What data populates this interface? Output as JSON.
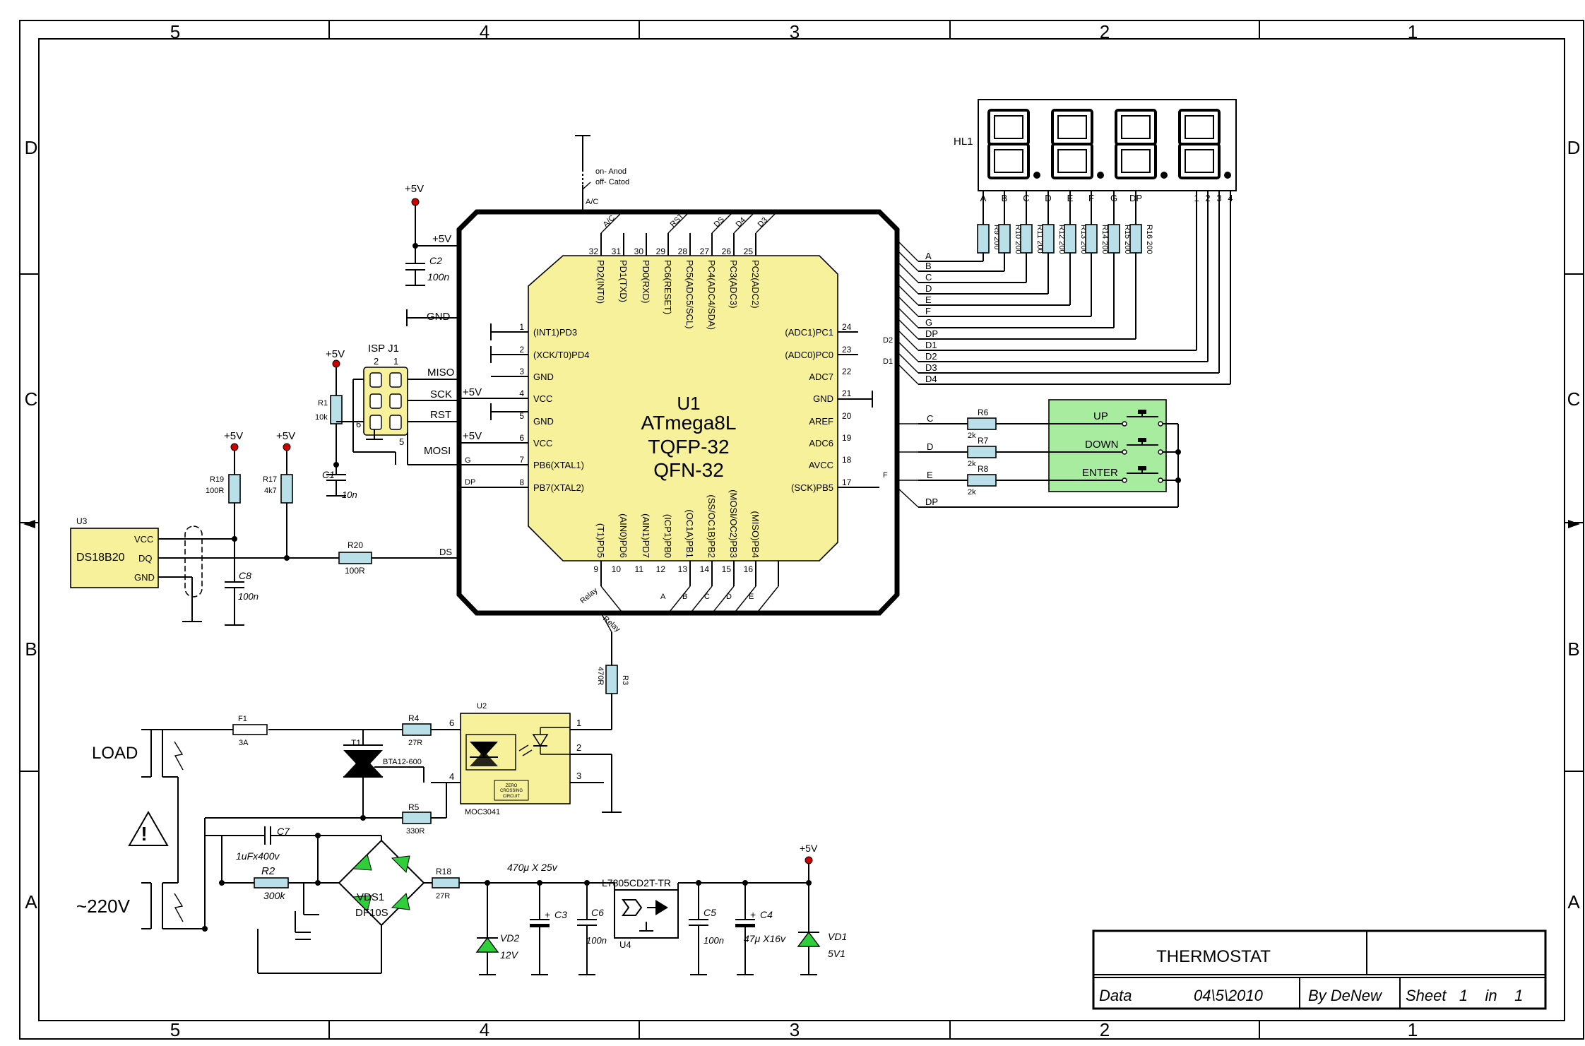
{
  "frame": {
    "columns_top": [
      "5",
      "4",
      "3",
      "2",
      "1"
    ],
    "columns_bottom": [
      "5",
      "4",
      "3",
      "2",
      "1"
    ],
    "rows": [
      "D",
      "C",
      "B",
      "A"
    ]
  },
  "mcu": {
    "ref": "U1",
    "name": "ATmega8L",
    "pkg1": "TQFP-32",
    "pkg2": "QFN-32",
    "left_pins": [
      {
        "num": "1",
        "name": "(INT1)PD3"
      },
      {
        "num": "2",
        "name": "(XCK/T0)PD4"
      },
      {
        "num": "3",
        "name": "GND"
      },
      {
        "num": "4",
        "name": "VCC"
      },
      {
        "num": "5",
        "name": "GND"
      },
      {
        "num": "6",
        "name": "VCC"
      },
      {
        "num": "7",
        "name": "PB6(XTAL1)"
      },
      {
        "num": "8",
        "name": "PB7(XTAL2)"
      }
    ],
    "right_pins": [
      {
        "num": "24",
        "name": "(ADC1)PC1"
      },
      {
        "num": "23",
        "name": "(ADC0)PC0"
      },
      {
        "num": "22",
        "name": "ADC7"
      },
      {
        "num": "21",
        "name": "GND"
      },
      {
        "num": "20",
        "name": "AREF"
      },
      {
        "num": "19",
        "name": "ADC6"
      },
      {
        "num": "18",
        "name": "AVCC"
      },
      {
        "num": "17",
        "name": "(SCK)PB5"
      }
    ],
    "top_pins": [
      {
        "num": "32",
        "name": "PD2(INT0)"
      },
      {
        "num": "31",
        "name": "PD1(TXD)"
      },
      {
        "num": "30",
        "name": "PD0(RXD)"
      },
      {
        "num": "29",
        "name": "PC6(RESET)"
      },
      {
        "num": "28",
        "name": "PC5(ADC5/SCL)"
      },
      {
        "num": "27",
        "name": "PC4(ADC4/SDA)"
      },
      {
        "num": "26",
        "name": "PC3(ADC3)"
      },
      {
        "num": "25",
        "name": "PC2(ADC2)"
      }
    ],
    "bottom_pins": [
      {
        "num": "9",
        "name": "(T1)PD5"
      },
      {
        "num": "10",
        "name": "(AIN0)PD6"
      },
      {
        "num": "11",
        "name": "(AIN1)PD7"
      },
      {
        "num": "12",
        "name": "(ICP1)PB0"
      },
      {
        "num": "13",
        "name": "(OC1A)PB1"
      },
      {
        "num": "14",
        "name": "(SS/OC1B)PB2"
      },
      {
        "num": "15",
        "name": "(MOSI/OC2)PB3"
      },
      {
        "num": "16",
        "name": "(MISO)PB4"
      }
    ],
    "top_bus_labels": [
      "A/C",
      "RST",
      "DS",
      "D4",
      "D3"
    ],
    "bottom_bus_labels": [
      "Relay",
      "A",
      "B",
      "C",
      "D",
      "E"
    ],
    "right_bus_top": [
      "D2",
      "D1"
    ],
    "right_bus_bottom": [
      "F"
    ],
    "left_bus": [
      "G",
      "DP"
    ]
  },
  "power_left": {
    "v5_1": "+5V",
    "c2_ref": "C2",
    "c2_val": "100n",
    "gnd": "GND",
    "plus5_a": "+5V",
    "plus5_b": "+5V",
    "miso": "MISO",
    "sck": "SCK",
    "rst": "RST",
    "mosi": "MOSI",
    "isp_ref": "ISP J1",
    "isp_pin2": "2",
    "isp_pin1": "1",
    "isp_pin6": "6",
    "isp_pin5": "5",
    "isp_v5": "+5V",
    "r1_ref": "R1",
    "r1_val": "10k",
    "c1_ref": "C1",
    "c1_val": "10n"
  },
  "sensor": {
    "ref": "U3",
    "name": "DS18B20",
    "vcc": "VCC",
    "dq": "DQ",
    "gnd": "GND",
    "r19_ref": "R19",
    "r19_val": "100R",
    "r17_ref": "R17",
    "r17_val": "4k7",
    "v5_a": "+5V",
    "v5_b": "+5V",
    "c8_ref": "C8",
    "c8_val": "100n",
    "r20_ref": "R20",
    "r20_val": "100R",
    "ds": "DS"
  },
  "display": {
    "ref": "HL1",
    "segments": [
      "A",
      "B",
      "C",
      "D",
      "E",
      "F",
      "G",
      "DP"
    ],
    "digits": [
      "1",
      "2",
      "3",
      "4"
    ],
    "resistors": [
      {
        "ref": "R9",
        "val": "200"
      },
      {
        "ref": "R10",
        "val": "200"
      },
      {
        "ref": "R11",
        "val": "200"
      },
      {
        "ref": "R12",
        "val": "200"
      },
      {
        "ref": "R13",
        "val": "200"
      },
      {
        "ref": "R14",
        "val": "200"
      },
      {
        "ref": "R15",
        "val": "200"
      },
      {
        "ref": "R16",
        "val": "200"
      }
    ],
    "bus_labels": [
      "A",
      "B",
      "C",
      "D",
      "E",
      "F",
      "G",
      "DP",
      "D1",
      "D2",
      "D3",
      "D4"
    ],
    "switch_text": "on- Anod",
    "switch_text2": "off- Catod",
    "switch_net": "A/C"
  },
  "buttons": {
    "labels": [
      "UP",
      "DOWN",
      "ENTER"
    ],
    "nets": [
      "C",
      "D",
      "E",
      "DP"
    ],
    "resistors": [
      {
        "ref": "R6",
        "val": "2k"
      },
      {
        "ref": "R7",
        "val": "2k"
      },
      {
        "ref": "R8",
        "val": "2k"
      }
    ]
  },
  "power_stage": {
    "load": "LOAD",
    "mains": "~220V",
    "f1_ref": "F1",
    "f1_val": "3A",
    "r4_ref": "R4",
    "r4_val": "27R",
    "r5_ref": "R5",
    "r5_val": "330R",
    "t1_ref": "T1",
    "t1_val": "BTA12-600",
    "u2_ref": "U2",
    "u2_val": "MOC3041",
    "u2_pins": [
      "6",
      "4",
      "1",
      "2",
      "3"
    ],
    "zero_line1": "ZERO",
    "zero_line2": "CROSSING",
    "zero_line3": "CIRCUIT",
    "r3_ref": "R3",
    "r3_val": "470R",
    "relay": "Relay",
    "c7_ref": "C7",
    "c7_val": "1uFx400v",
    "r2_ref": "R2",
    "r2_val": "300k",
    "vds_ref": "VDS1",
    "vds_val": "DF10S",
    "r18_ref": "R18",
    "r18_val": "27R",
    "c3_cap": "470μ X 25v",
    "c3_ref": "C3",
    "vd2_ref": "VD2",
    "vd2_val": "12V",
    "c6_ref": "C6",
    "c6_val": "100n",
    "reg_name": "L7805CD2T-TR",
    "reg_ref": "U4",
    "c5_ref": "C5",
    "c5_val": "100n",
    "c4_ref": "C4",
    "c4_val": "47μ X16v",
    "vd1_ref": "VD1",
    "vd1_val": "5V1",
    "v5": "+5V",
    "warn": "!",
    "plus": "+",
    "plus2": "+"
  },
  "title_block": {
    "title": "THERMOSTAT",
    "data_label": "Data",
    "date": "04\\5\\2010",
    "author": "By DeNew",
    "sheet": "Sheet   1    in    1"
  }
}
